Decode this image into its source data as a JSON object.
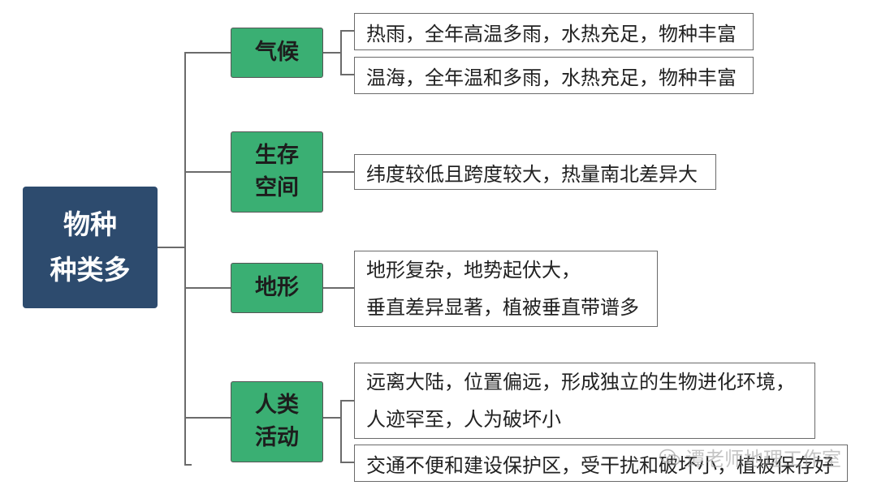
{
  "root": {
    "lines": [
      "物种",
      "种类多"
    ],
    "color": "#2d4b6e"
  },
  "branches": [
    {
      "lines": [
        "气候"
      ]
    },
    {
      "lines": [
        "生存",
        "空间"
      ]
    },
    {
      "lines": [
        "地形"
      ]
    },
    {
      "lines": [
        "人类",
        "活动"
      ]
    }
  ],
  "leaves": [
    {
      "lines": [
        "热雨，全年高温多雨，水热充足，物种丰富"
      ]
    },
    {
      "lines": [
        "温海，全年温和多雨，水热充足，物种丰富"
      ]
    },
    {
      "lines": [
        "纬度较低且跨度较大，热量南北差异大"
      ]
    },
    {
      "lines": [
        "地形复杂，地势起伏大，",
        "垂直差异显著，植被垂直带谱多"
      ]
    },
    {
      "lines": [
        "远离大陆，位置偏远，形成独立的生物进化环境，",
        "人迹罕至，人为破坏小"
      ]
    },
    {
      "lines": [
        "交通不便和建设保护区，受干扰和破坏小，植被保存好"
      ]
    }
  ],
  "watermark": {
    "text": "谭老师地理工作室",
    "icon": "wechat-icon"
  },
  "colors": {
    "branch_fill": "#3aaf73",
    "connector": "#6b6b6b",
    "leaf_border": "#6a6a6a"
  }
}
